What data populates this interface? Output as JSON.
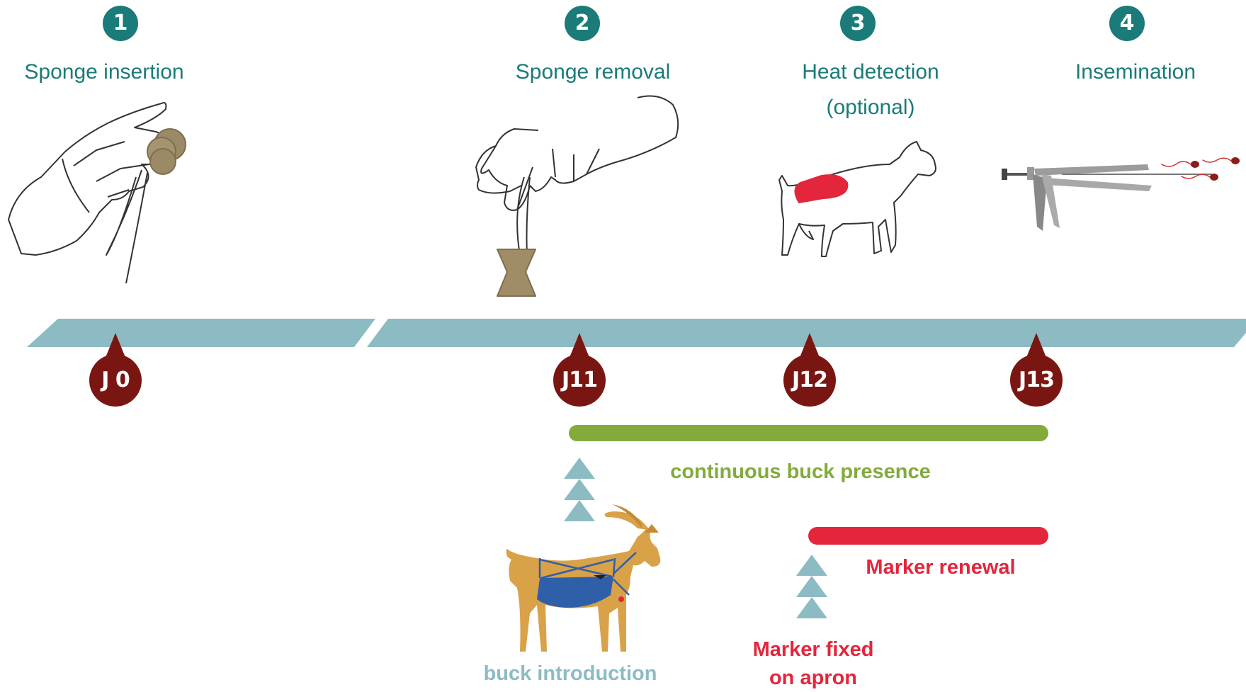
{
  "colors": {
    "teal": "#1a7b78",
    "timeline": "#8dbbc3",
    "marker": "#7a1612",
    "green": "#82ab3c",
    "red": "#e3263c",
    "goat_body": "#d9a148",
    "apron": "#2f5fa8",
    "sponge": "#9b8a66"
  },
  "steps": [
    {
      "number": "1",
      "label": "Sponge insertion"
    },
    {
      "number": "2",
      "label": "Sponge removal"
    },
    {
      "number": "3",
      "label": "Heat detection",
      "sublabel": "(optional)"
    },
    {
      "number": "4",
      "label": "Insemination"
    }
  ],
  "timeline": {
    "markers": [
      "J 0",
      "J11",
      "J12",
      "J13"
    ]
  },
  "bars": {
    "buck_presence": "continuous buck presence",
    "marker_renewal": "Marker renewal"
  },
  "events": {
    "buck_introduction": "buck introduction",
    "marker_fixed_line1": "Marker fixed",
    "marker_fixed_line2": "on apron"
  },
  "icons": [
    "hand-sponge-icon",
    "hand-removal-icon",
    "white-goat-icon",
    "insemination-gun-icon",
    "buck-goat-icon",
    "up-arrow-icon"
  ]
}
